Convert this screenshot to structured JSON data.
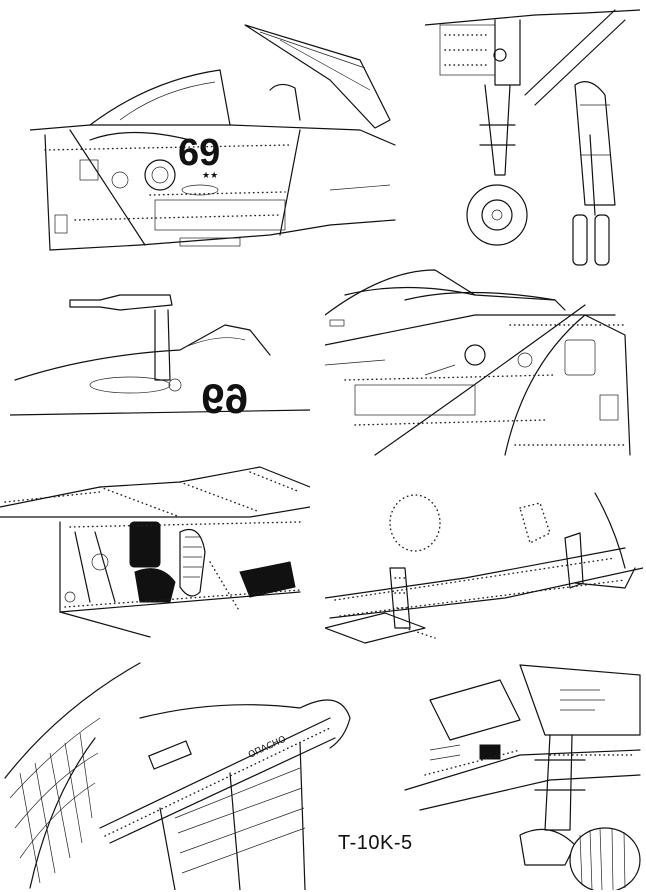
{
  "panels": {
    "cockpit_left": {
      "side_number": "69"
    },
    "nose_gear": {},
    "probe": {
      "side_number": "69",
      "side_number_style": "mirrored"
    },
    "cockpit_right": {},
    "engine_bay": {},
    "intake_ramp": {},
    "nozzle": {
      "stencil_text": "ОПАСНО"
    },
    "main_gear": {}
  },
  "caption": "T-10K-5",
  "colors": {
    "ink": "#111111",
    "paper": "#ffffff"
  }
}
